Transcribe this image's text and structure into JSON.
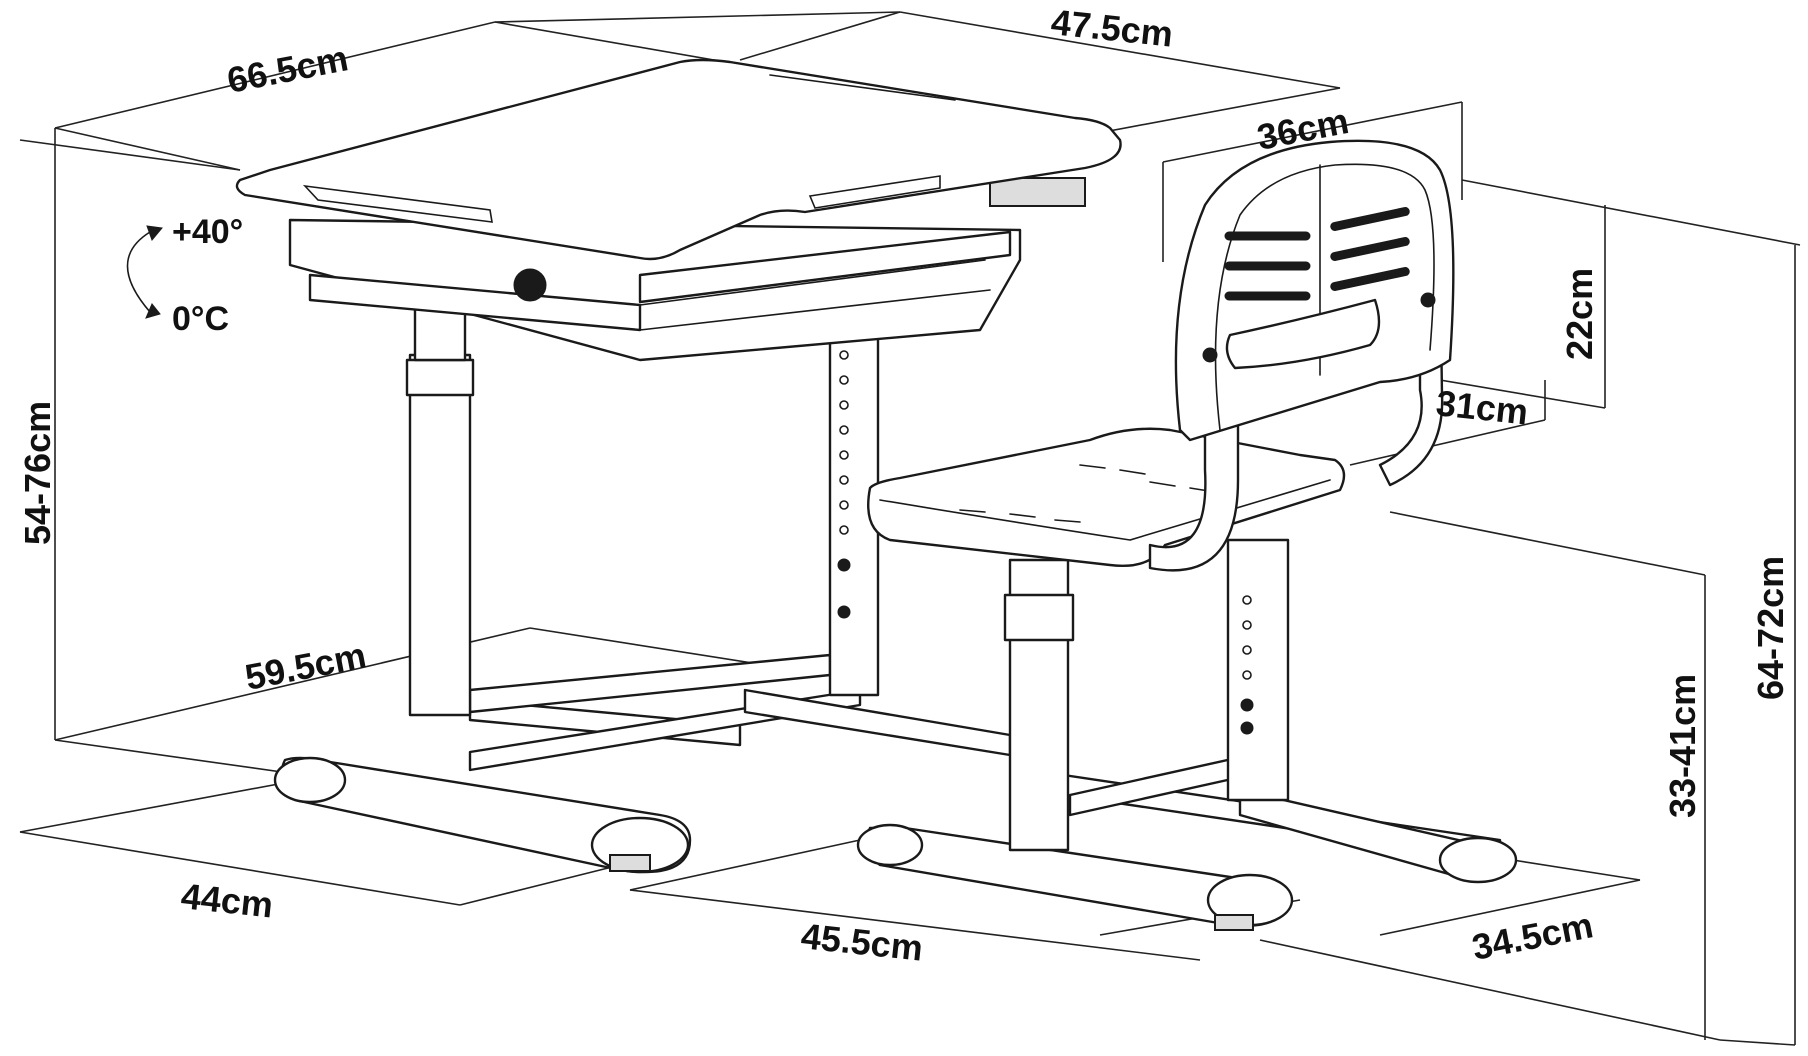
{
  "diagram": {
    "dimensions": {
      "desk_width": "66.5cm",
      "desk_depth": "47.5cm",
      "desk_height": "54-76cm",
      "desk_leg_span": "59.5cm",
      "desk_base_depth": "44cm",
      "chair_base_offset": "45.5cm",
      "chair_back_width": "36cm",
      "chair_back_height": "22cm",
      "chair_seat_depth": "31cm",
      "chair_base_width": "34.5cm",
      "chair_seat_height": "33-41cm",
      "chair_total_height": "64-72cm"
    },
    "tilt": {
      "max": "+40°",
      "min": "0°C"
    }
  }
}
